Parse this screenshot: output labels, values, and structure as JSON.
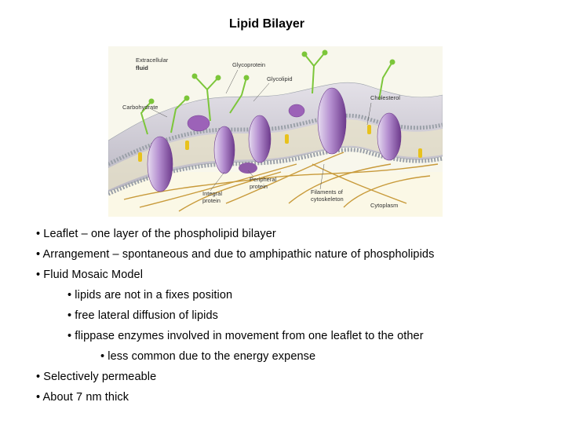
{
  "slide": {
    "title": "Lipid Bilayer"
  },
  "figure": {
    "labels": {
      "extracellular": "Extracellular",
      "fluid": "fluid",
      "glycoprotein": "Glycoprotein",
      "glycolipid": "Glycolipid",
      "cholesterol": "Cholesterol",
      "carbohydrate": "Carbohydrate",
      "peripheral1": "Peripheral",
      "peripheral2": "protein",
      "integral1": "Integral",
      "integral2": "protein",
      "filaments1": "Filaments of",
      "filaments2": "cytoskeleton",
      "cytoplasm": "Cytoplasm"
    }
  },
  "bullets": [
    {
      "level": 1,
      "text": "• Leaflet – one layer of the phospholipid bilayer"
    },
    {
      "level": 1,
      "text": "• Arrangement – spontaneous and due to amphipathic nature of phospholipids"
    },
    {
      "level": 1,
      "text": "• Fluid Mosaic Model"
    },
    {
      "level": 2,
      "text": "• lipids are not in a fixes position"
    },
    {
      "level": 2,
      "text": "• free lateral diffusion of lipids"
    },
    {
      "level": 2,
      "text": "• flippase enzymes involved in movement from one leaflet to the other"
    },
    {
      "level": 3,
      "text": "• less common due to the energy expense"
    },
    {
      "level": 1,
      "text": "• Selectively permeable"
    },
    {
      "level": 1,
      "text": "• About 7 nm thick"
    }
  ],
  "colors": {
    "membrane": "#c9c4cf",
    "membrane_edge": "#9aa0a8",
    "protein": "#8f5aa8",
    "protein_light": "#d8c8e8",
    "sugar": "#7cc63a",
    "cholesterol": "#e8c21c",
    "filament": "#c89a3a"
  }
}
